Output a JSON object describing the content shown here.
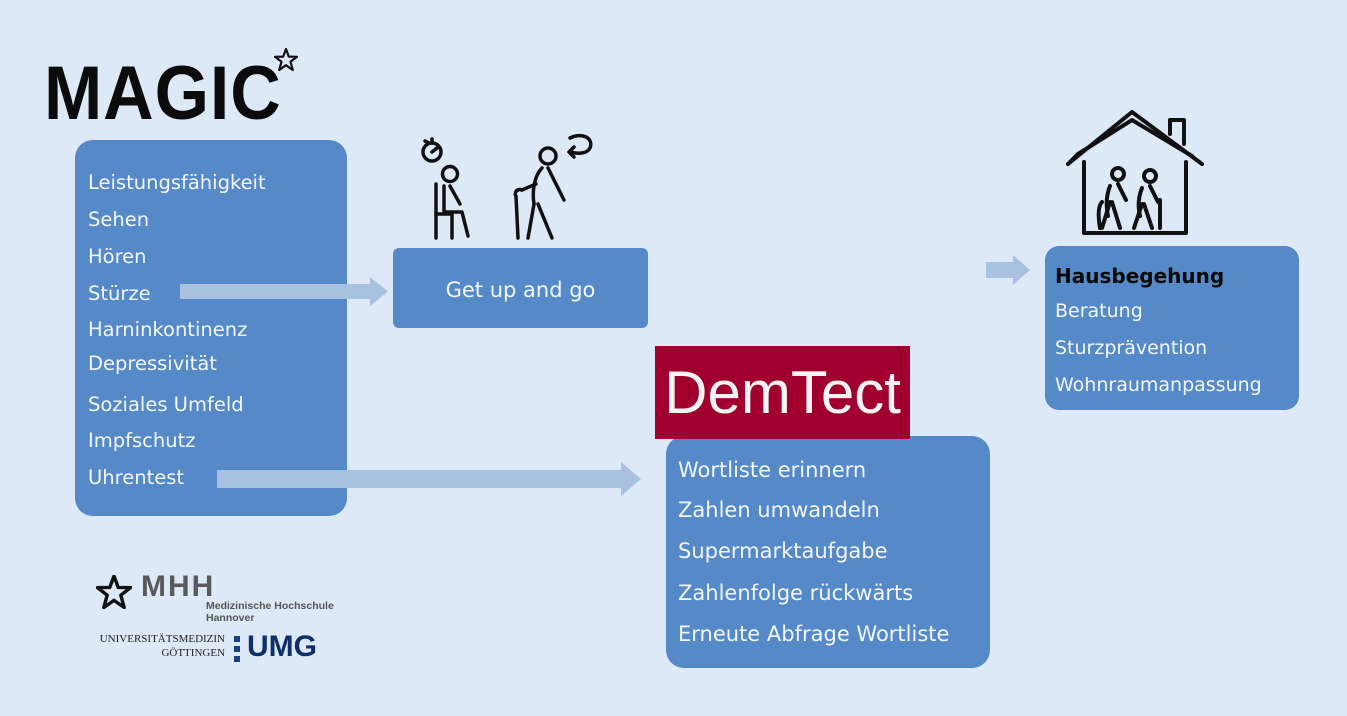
{
  "magic": {
    "title": "MAGIC",
    "items": [
      "Leistungsfähigkeit",
      "Sehen",
      "Hören",
      "Stürze",
      "Harninkontinenz",
      "Depressivität",
      "Soziales Umfeld",
      "Impfschutz",
      "Uhrentest"
    ]
  },
  "get_up": {
    "label": "Get up and go"
  },
  "demtect": {
    "logo": "DemTect",
    "items": [
      "Wortliste erinnern",
      "Zahlen umwandeln",
      "Supermarktaufgabe",
      "Zahlenfolge rückwärts",
      "Erneute Abfrage Wortliste"
    ]
  },
  "hausbegehung": {
    "title": "Hausbegehung",
    "items": [
      "Beratung",
      "Sturzprävention",
      "Wohnraumanpassung"
    ]
  },
  "logos": {
    "mhh_letters": "MHH",
    "mhh_line1": "Medizinische Hochschule",
    "mhh_line2": "Hannover",
    "umg_line1": "UNIVERSITÄTSMEDIZIN",
    "umg_line2": "GÖTTINGEN",
    "umg": "UMG"
  },
  "colors": {
    "background": "#dde9f6",
    "box": "#5589c7",
    "arrow": "#a8c1e0",
    "demtect_red": "#a1002e"
  },
  "icons": [
    "star-icon",
    "seated-person-icon",
    "walking-person-cane-icon",
    "house-elderly-couple-icon"
  ]
}
